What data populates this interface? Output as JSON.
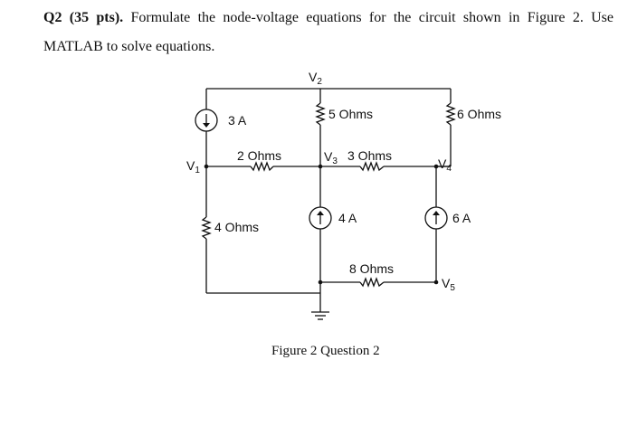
{
  "question": {
    "number": "Q2 (35 pts).",
    "text": "Formulate the node-voltage equations for the circuit shown in Figure 2. Use MATLAB to solve equations."
  },
  "figure": {
    "caption": "Figure 2 Question 2",
    "nodes": {
      "v1": {
        "main": "V",
        "sub": "1"
      },
      "v2": {
        "main": "V",
        "sub": "2"
      },
      "v3": {
        "main": "V",
        "sub": "3"
      },
      "v4": {
        "main": "V",
        "sub": "4"
      },
      "v5": {
        "main": "V",
        "sub": "5"
      }
    },
    "components": {
      "src_3a": "3 A",
      "r_5": "5 Ohms",
      "r_6": "6 Ohms",
      "r_2": "2 Ohms",
      "r_3": "3 Ohms",
      "r_4": "4 Ohms",
      "src_4a": "4 A",
      "src_6a": "6 A",
      "r_8": "8 Ohms"
    }
  }
}
